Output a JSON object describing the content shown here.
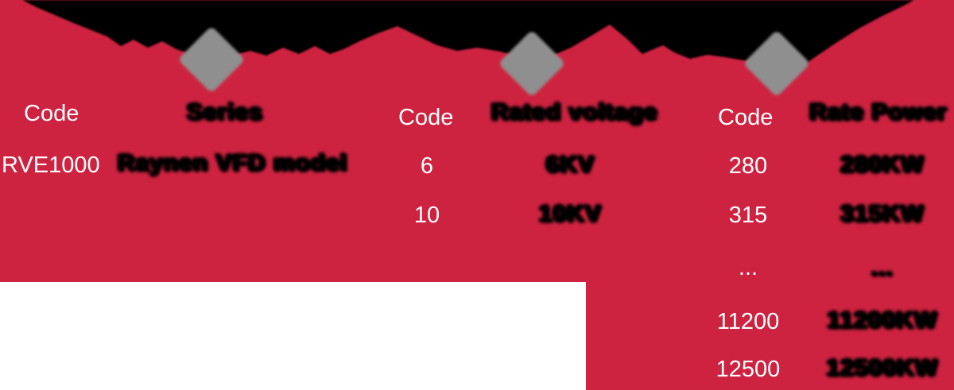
{
  "colors": {
    "panel_red": "#CE2340",
    "diamond_gray": "#8F8F8F",
    "text_white": "#ffffff",
    "text_black": "#000000"
  },
  "columns": [
    {
      "code_header": "Code",
      "meaning_header": "Series",
      "rows": [
        {
          "code": "RVE1000",
          "meaning": "Raynen VFD model"
        }
      ]
    },
    {
      "code_header": "Code",
      "meaning_header": "Rated voltage",
      "rows": [
        {
          "code": "6",
          "meaning": "6KV"
        },
        {
          "code": "10",
          "meaning": "10KV"
        }
      ]
    },
    {
      "code_header": "Code",
      "meaning_header": "Rate Power",
      "rows": [
        {
          "code": "280",
          "meaning": "280KW"
        },
        {
          "code": "315",
          "meaning": "315KW"
        },
        {
          "code": "...",
          "meaning": "..."
        },
        {
          "code": "11200",
          "meaning": "11200KW"
        },
        {
          "code": "12500",
          "meaning": "12500KW"
        }
      ]
    }
  ]
}
